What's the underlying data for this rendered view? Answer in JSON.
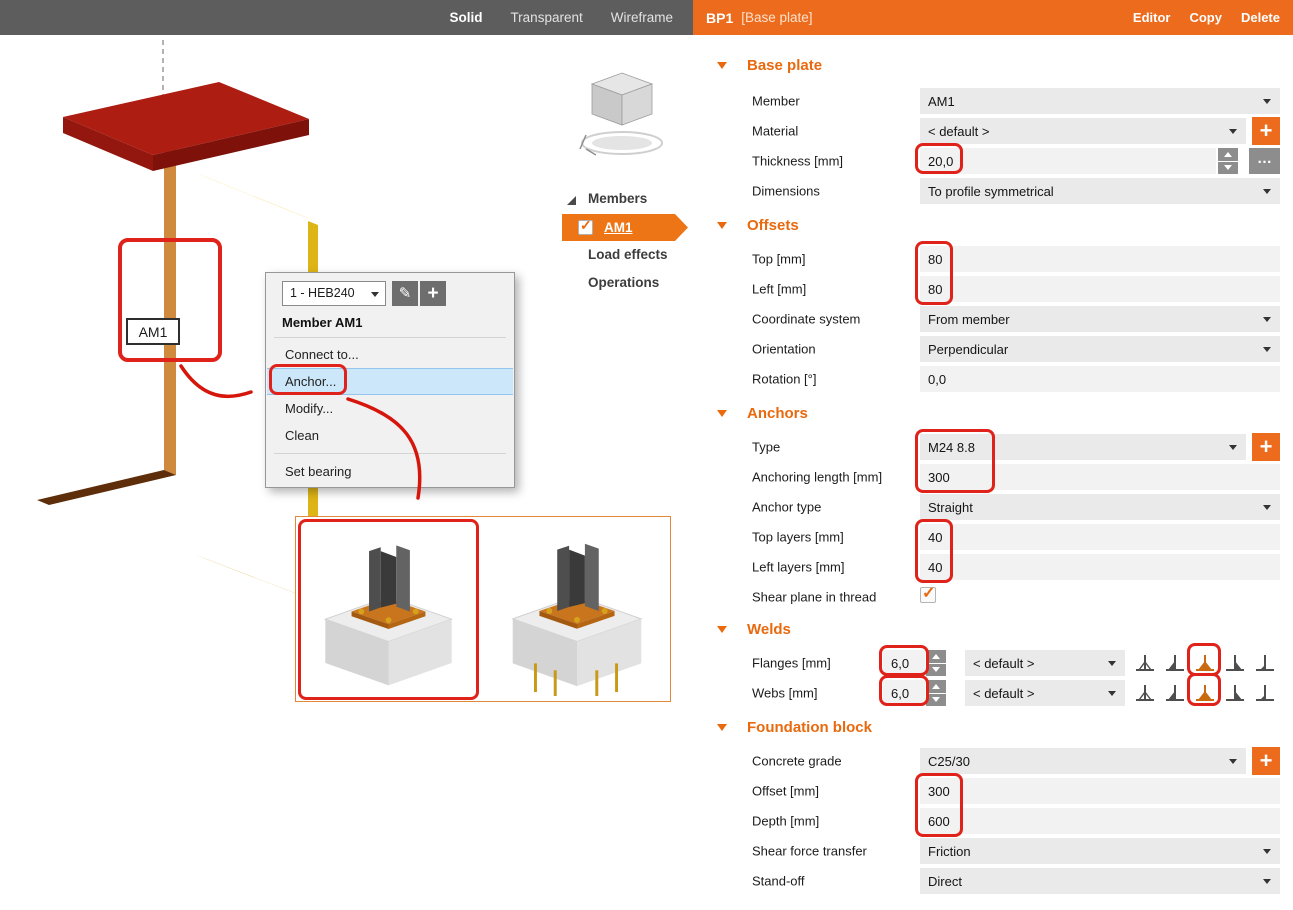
{
  "icons": {
    "plus": "+",
    "pencil": "✎",
    "check": "✓",
    "ellipsis": "…"
  },
  "viewport": {
    "toolbar": {
      "solid": "Solid",
      "transparent": "Transparent",
      "wireframe": "Wireframe"
    },
    "member_tag": "AM1",
    "context_menu": {
      "profile_value": "1 - HEB240",
      "title": "Member AM1",
      "item_connect": "Connect to...",
      "item_anchor": "Anchor...",
      "item_modify": "Modify...",
      "item_clean": "Clean",
      "item_set_bearing": "Set bearing"
    },
    "tree": {
      "members": "Members",
      "member_am1": "AM1",
      "load_effects": "Load effects",
      "operations": "Operations"
    }
  },
  "panel": {
    "header": {
      "id": "BP1",
      "type": "[Base plate]",
      "editor": "Editor",
      "copy": "Copy",
      "delete": "Delete"
    },
    "base_plate": {
      "title": "Base plate",
      "member_label": "Member",
      "member_value": "AM1",
      "material_label": "Material",
      "material_value": "< default >",
      "thickness_label": "Thickness [mm]",
      "thickness_value": "20,0",
      "dimensions_label": "Dimensions",
      "dimensions_value": "To profile symmetrical"
    },
    "offsets": {
      "title": "Offsets",
      "top_label": "Top [mm]",
      "top_value": "80",
      "left_label": "Left [mm]",
      "left_value": "80",
      "coordinate_label": "Coordinate system",
      "coordinate_value": "From member",
      "orientation_label": "Orientation",
      "orientation_value": "Perpendicular",
      "rotation_label": "Rotation [°]",
      "rotation_value": "0,0"
    },
    "anchors": {
      "title": "Anchors",
      "type_label": "Type",
      "type_value": "M24 8.8",
      "length_label": "Anchoring length [mm]",
      "length_value": "300",
      "anchor_type_label": "Anchor type",
      "anchor_type_value": "Straight",
      "top_layers_label": "Top layers [mm]",
      "top_layers_value": "40",
      "left_layers_label": "Left layers [mm]",
      "left_layers_value": "40",
      "shear_plane_label": "Shear plane in thread"
    },
    "welds": {
      "title": "Welds",
      "flanges_label": "Flanges [mm]",
      "flanges_value": "6,0",
      "flanges_dropdown": "< default >",
      "webs_label": "Webs [mm]",
      "webs_value": "6,0",
      "webs_dropdown": "< default >"
    },
    "foundation": {
      "title": "Foundation block",
      "concrete_label": "Concrete grade",
      "concrete_value": "C25/30",
      "offset_label": "Offset [mm]",
      "offset_value": "300",
      "depth_label": "Depth [mm]",
      "depth_value": "600",
      "shear_label": "Shear force transfer",
      "shear_value": "Friction",
      "standoff_label": "Stand-off",
      "standoff_value": "Direct"
    }
  }
}
